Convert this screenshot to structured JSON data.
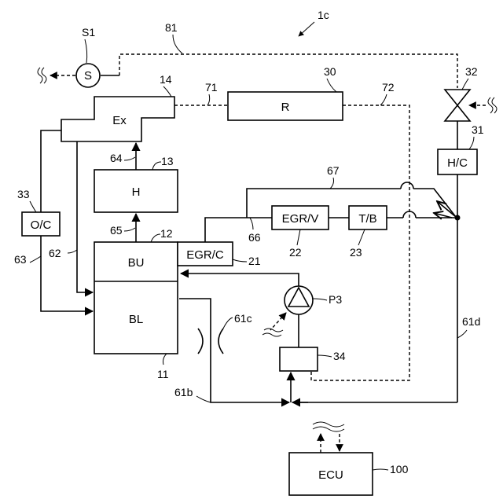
{
  "figure_ref": "1c",
  "components": {
    "ex": {
      "label": "Ex",
      "ref": "14"
    },
    "r": {
      "label": "R",
      "ref": "30"
    },
    "h": {
      "label": "H",
      "ref": "13"
    },
    "oc": {
      "label": "O/C",
      "ref": "33"
    },
    "hc": {
      "label": "H/C",
      "ref": "31"
    },
    "egrv": {
      "label": "EGR/V",
      "ref": "22"
    },
    "tb": {
      "label": "T/B",
      "ref": "23"
    },
    "bu": {
      "label": "BU",
      "ref": "12"
    },
    "bl": {
      "label": "BL",
      "ref": "11"
    },
    "egrc": {
      "label": "EGR/C",
      "ref": "21"
    },
    "box34": {
      "label": "",
      "ref": "34"
    },
    "ecu": {
      "label": "ECU",
      "ref": "100"
    },
    "sensor": {
      "label": "S",
      "ref": "S1"
    },
    "pump": {
      "ref": "P3"
    },
    "valve": {
      "ref": "32"
    }
  },
  "lines": {
    "l81": "81",
    "l71": "71",
    "l72": "72",
    "l67": "67",
    "l64": "64",
    "l65": "65",
    "l66": "66",
    "l62": "62",
    "l63": "63",
    "l61b": "61b",
    "l61c": "61c",
    "l61d": "61d"
  }
}
